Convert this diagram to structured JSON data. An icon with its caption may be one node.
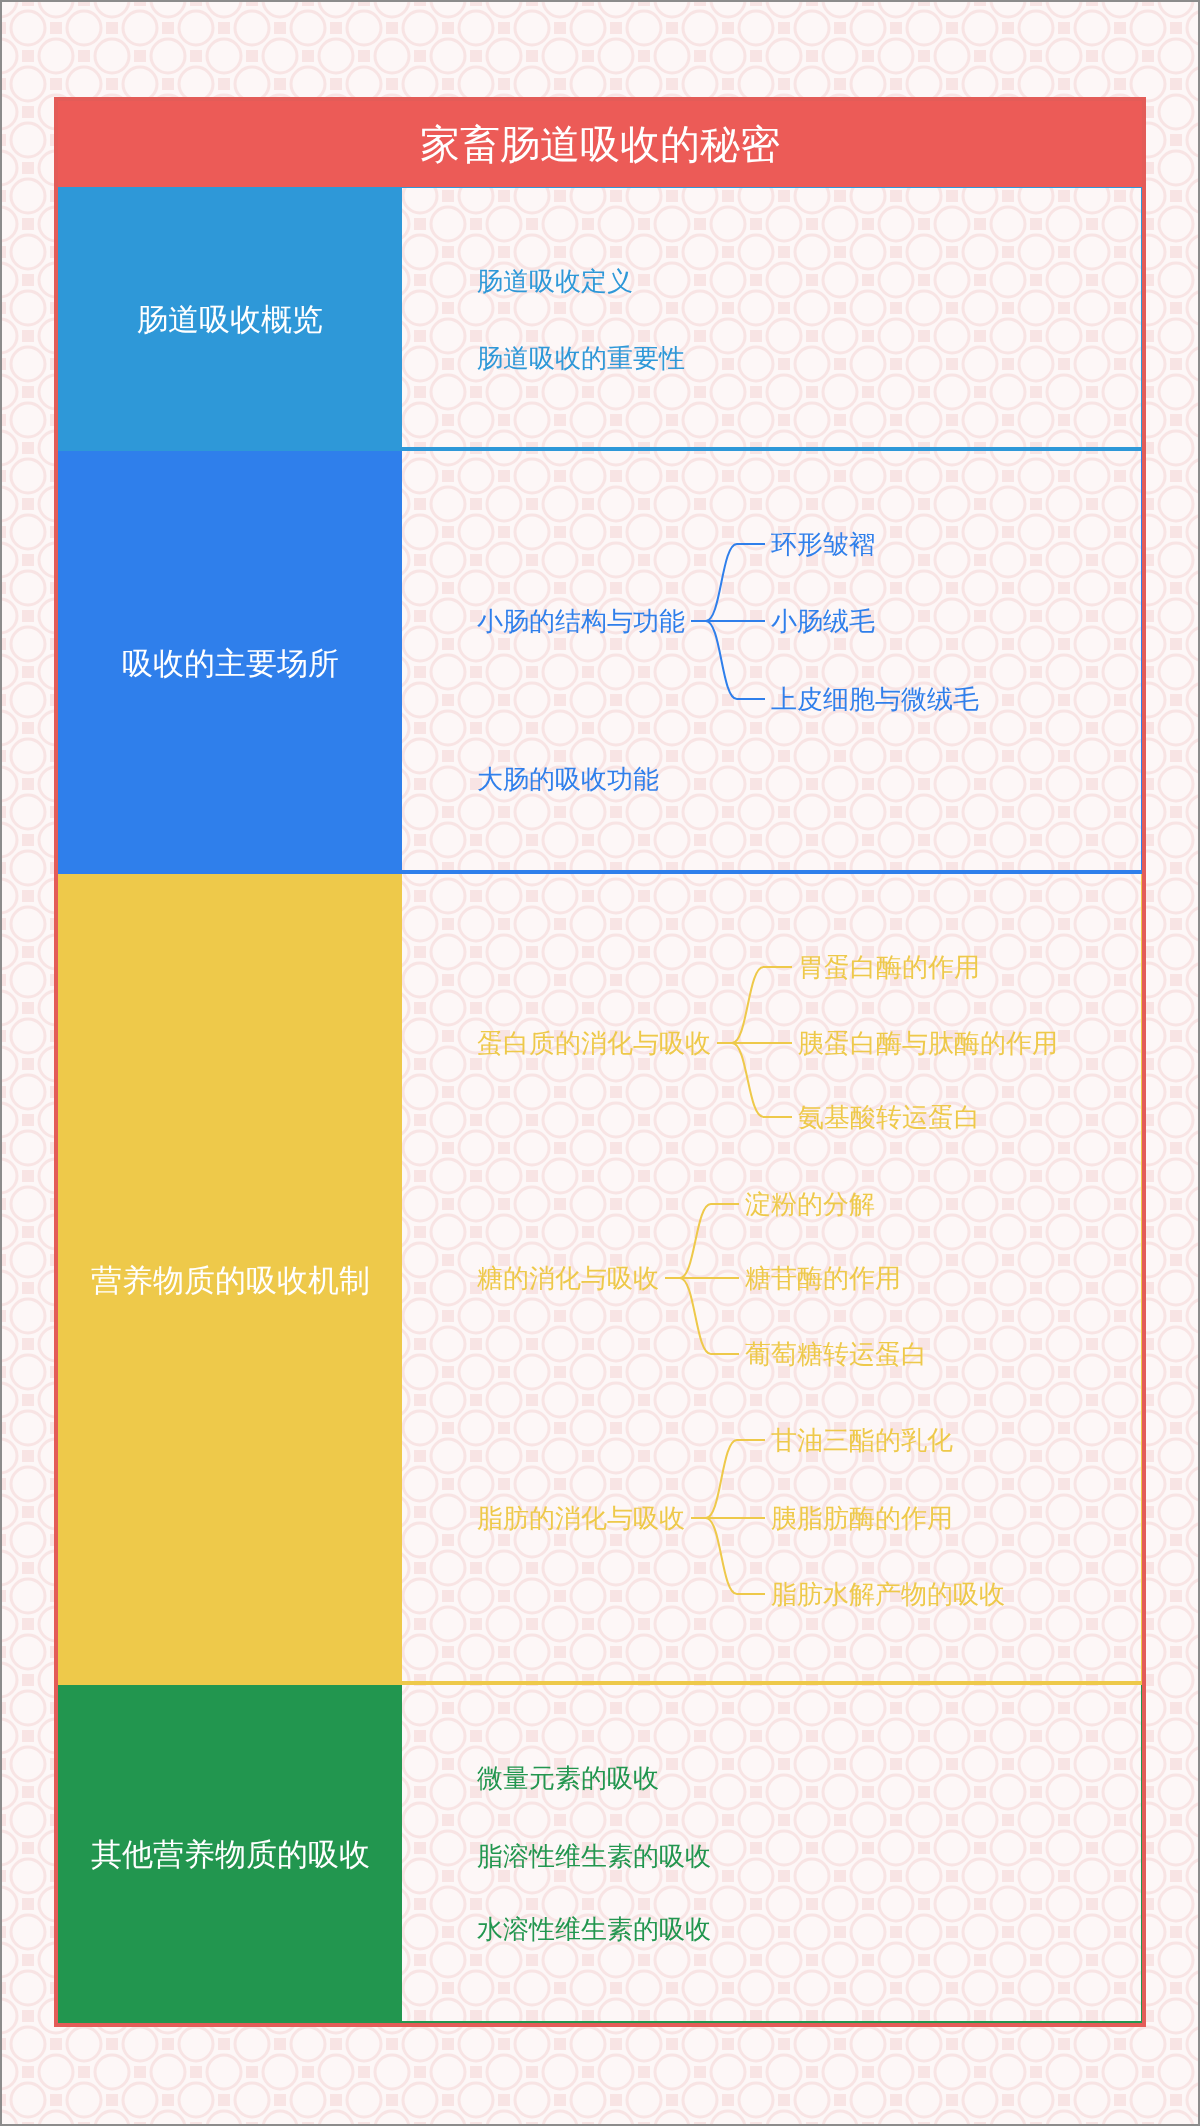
{
  "diagram": {
    "title": "家畜肠道吸收的秘密",
    "nodes": [
      {
        "text": [
          "肠道吸收概览"
        ]
      },
      {
        "text": [
          "肠道吸收定义"
        ],
        "in": 0
      },
      {
        "text": [
          "肠道吸收的重要性"
        ],
        "in": 0
      },
      {
        "text": [
          "吸收的主要场所"
        ]
      },
      {
        "text": [
          "小肠的结构与功能"
        ],
        "in": 3
      },
      {
        "text": [
          "环形皱褶"
        ],
        "in": 3
      },
      {
        "text": [
          "小肠绒毛"
        ],
        "in": 3
      },
      {
        "text": [
          "上皮细胞与微绒毛"
        ],
        "in": 3
      },
      {
        "text": [
          "大肠的吸收功能"
        ],
        "in": 3
      },
      {
        "text": [
          "营养物质的吸收机制"
        ]
      },
      {
        "text": [
          "蛋白质的消化与吸收"
        ],
        "in": 9
      },
      {
        "text": [
          "胃蛋白酶的作用"
        ],
        "in": 9
      },
      {
        "text": [
          "胰蛋白酶与肽酶的作用"
        ],
        "in": 9
      },
      {
        "text": [
          "氨基酸转运蛋白"
        ],
        "in": 9
      },
      {
        "text": [
          "糖的消化与吸收"
        ],
        "in": 9
      },
      {
        "text": [
          "淀粉的分解"
        ],
        "in": 9
      },
      {
        "text": [
          "糖苷酶的作用"
        ],
        "in": 9
      },
      {
        "text": [
          "葡萄糖转运蛋白"
        ],
        "in": 9
      },
      {
        "text": [
          "脂肪的消化与吸收"
        ],
        "in": 9
      },
      {
        "text": [
          "甘油三酯的乳化"
        ],
        "in": 9
      },
      {
        "text": [
          "胰脂肪酶的作用"
        ],
        "in": 9
      },
      {
        "text": [
          "脂肪水解产物的吸收"
        ],
        "in": 9
      },
      {
        "text": [
          "其他营养物质的吸收"
        ]
      },
      {
        "text": [
          "微量元素的吸收"
        ],
        "in": 22
      },
      {
        "text": [
          "脂溶性维生素的吸收"
        ],
        "in": 22
      },
      {
        "text": [
          "水溶性维生素的吸收"
        ],
        "in": 22
      }
    ],
    "edges": [
      {
        "from": 4,
        "to": 5,
        "arrow": "none",
        "color": "#2f7feb"
      },
      {
        "from": 4,
        "to": 6,
        "arrow": "none",
        "color": "#2f7feb"
      },
      {
        "from": 4,
        "to": 7,
        "arrow": "none",
        "color": "#2f7feb"
      },
      {
        "from": 10,
        "to": 11,
        "arrow": "none"
      },
      {
        "from": 10,
        "to": 12,
        "arrow": "none"
      },
      {
        "from": 10,
        "to": 13,
        "arrow": "none"
      },
      {
        "from": 14,
        "to": 15,
        "arrow": "none"
      },
      {
        "from": 14,
        "to": 16,
        "arrow": "none"
      },
      {
        "from": 14,
        "to": 17,
        "arrow": "none"
      },
      {
        "from": 18,
        "to": 19,
        "arrow": "none"
      },
      {
        "from": 18,
        "to": 20,
        "arrow": "none"
      },
      {
        "from": 18,
        "to": 21,
        "arrow": "none"
      }
    ]
  }
}
